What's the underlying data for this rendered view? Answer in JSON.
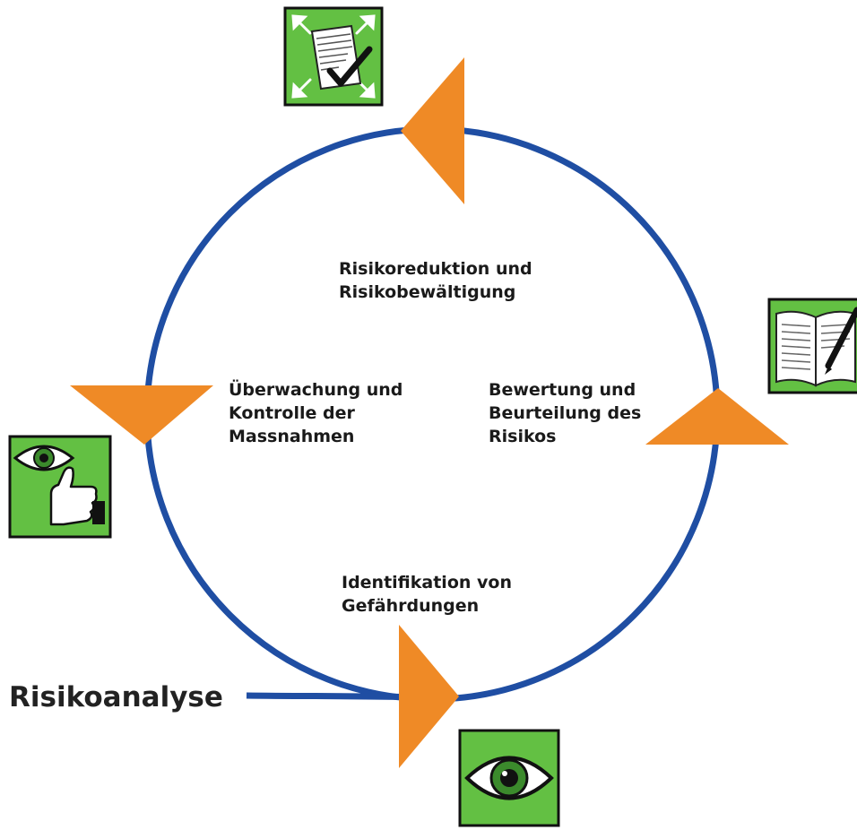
{
  "colors": {
    "cycle": "#1f4ea3",
    "arrow": "#ef8a26",
    "tile": "#63c043",
    "text": "#1a1a1a"
  },
  "entry": {
    "label": "Risikoanalyse"
  },
  "steps": [
    {
      "lines": [
        "Identifikation von",
        "Gefährdungen"
      ],
      "icon": "eye-icon"
    },
    {
      "lines": [
        "Bewertung und",
        "Beurteilung des",
        "Risikos"
      ],
      "icon": "book-pen-icon"
    },
    {
      "lines": [
        "Risikoreduktion und",
        "Risikobewältigung"
      ],
      "icon": "document-check-icon"
    },
    {
      "lines": [
        "Überwachung und",
        "Kontrolle der",
        "Massnahmen"
      ],
      "icon": "eye-thumbs-up-icon"
    }
  ]
}
